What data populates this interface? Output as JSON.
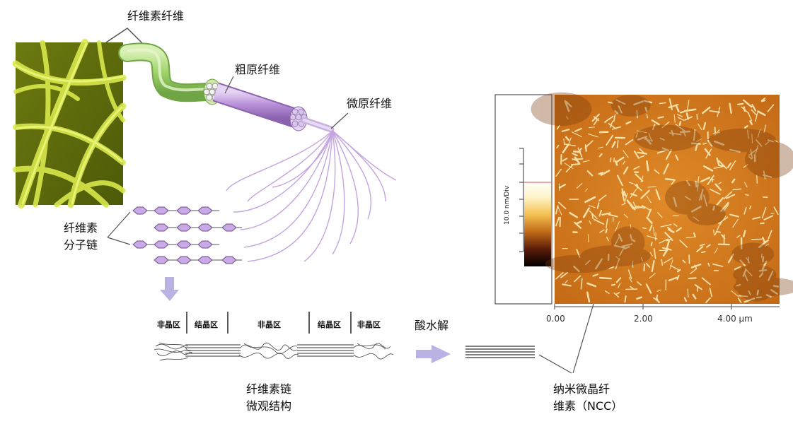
{
  "labels": {
    "cellulose_fiber": "纤维素纤维",
    "macrofibril": "粗原纤维",
    "microfibril": "微原纤维",
    "molecular_chain_line1": "纤维素",
    "molecular_chain_line2": "分子链",
    "acid_hydrolysis": "酸水解",
    "chain_microstructure_line1": "纤维素链",
    "chain_microstructure_line2": "微观结构",
    "ncc_line1": "纳米微晶纤",
    "ncc_line2": "维素（NCC）"
  },
  "regions": [
    "非晶区",
    "结晶区",
    "非晶区",
    "结晶区",
    "非晶区"
  ],
  "afm": {
    "scale_label": "10.0 nm/Div",
    "x_ticks": [
      "0.00",
      "2.00",
      "4.00 μm"
    ]
  },
  "colors": {
    "fiber_green": "#9fd36a",
    "fibril_purple": "#b58cd6",
    "arrow_lavender": "#b9b2e3",
    "afm_orange": "#d4781c"
  }
}
